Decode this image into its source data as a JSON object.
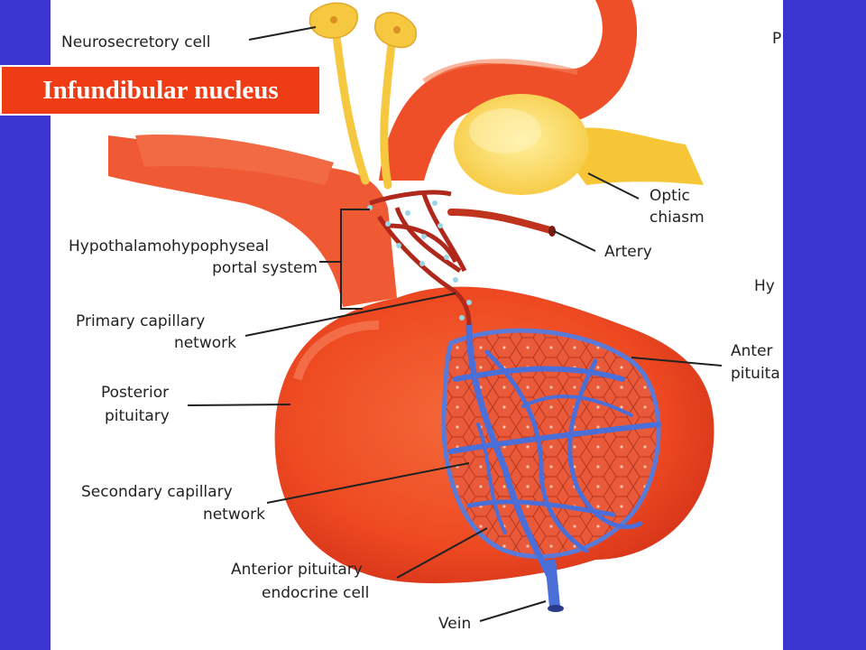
{
  "title": "Infundibular nucleus",
  "colors": {
    "background": "#3a35d0",
    "title_box": "#f03c14",
    "gland": "#f0502a",
    "vessel_blue": "#4a6fd8",
    "neuron_yellow": "#f8c84a"
  },
  "labels": {
    "neurosecretory_cell": "Neurosecretory cell",
    "optic_chiasm_1": "Optic",
    "optic_chiasm_2": "chiasm",
    "portal_system_1": "Hypothalamohypophyseal",
    "portal_system_2": "portal system",
    "artery": "Artery",
    "primary_capillary_1": "Primary capillary",
    "primary_capillary_2": "network",
    "posterior_pituitary_1": "Posterior",
    "posterior_pituitary_2": "pituitary",
    "anterior_pituitary_1": "Anter",
    "anterior_pituitary_2": "pituita",
    "secondary_capillary_1": "Secondary capillary",
    "secondary_capillary_2": "network",
    "endocrine_cell_1": "Anterior pituitary",
    "endocrine_cell_2": "endocrine cell",
    "vein": "Vein",
    "cut_top_right": "P",
    "cut_mid_right": "Hy"
  }
}
